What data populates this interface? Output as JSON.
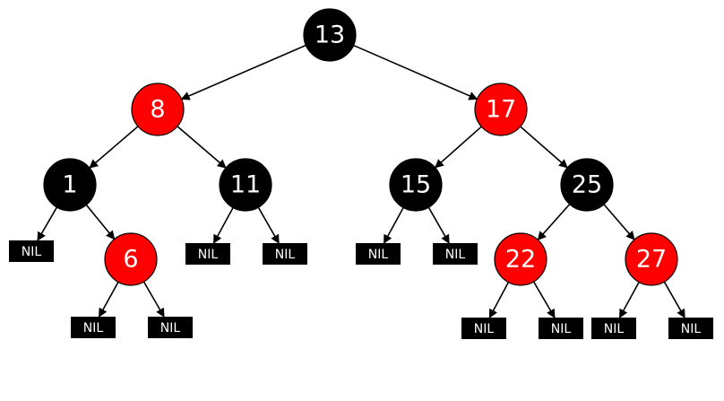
{
  "colors": {
    "red": "#ff0000",
    "black": "#000000",
    "label": "#ffffff",
    "edge": "#000000"
  },
  "nil_label": "NIL",
  "nodes": [
    {
      "id": "n13",
      "label": "13",
      "color": "black"
    },
    {
      "id": "n8",
      "label": "8",
      "color": "red"
    },
    {
      "id": "n17",
      "label": "17",
      "color": "red"
    },
    {
      "id": "n1",
      "label": "1",
      "color": "black"
    },
    {
      "id": "n11",
      "label": "11",
      "color": "black"
    },
    {
      "id": "n15",
      "label": "15",
      "color": "black"
    },
    {
      "id": "n25",
      "label": "25",
      "color": "black"
    },
    {
      "id": "n6",
      "label": "6",
      "color": "red"
    },
    {
      "id": "n22",
      "label": "22",
      "color": "red"
    },
    {
      "id": "n27",
      "label": "27",
      "color": "red"
    }
  ],
  "nils": [
    {
      "id": "nil1L"
    },
    {
      "id": "nil6L"
    },
    {
      "id": "nil6R"
    },
    {
      "id": "nil11L"
    },
    {
      "id": "nil11R"
    },
    {
      "id": "nil15L"
    },
    {
      "id": "nil15R"
    },
    {
      "id": "nil22L"
    },
    {
      "id": "nil22R"
    },
    {
      "id": "nil27L"
    },
    {
      "id": "nil27R"
    }
  ],
  "edges": [
    [
      "n13",
      "n8"
    ],
    [
      "n13",
      "n17"
    ],
    [
      "n8",
      "n1"
    ],
    [
      "n8",
      "n11"
    ],
    [
      "n17",
      "n15"
    ],
    [
      "n17",
      "n25"
    ],
    [
      "n1",
      "nil1L"
    ],
    [
      "n1",
      "n6"
    ],
    [
      "n6",
      "nil6L"
    ],
    [
      "n6",
      "nil6R"
    ],
    [
      "n11",
      "nil11L"
    ],
    [
      "n11",
      "nil11R"
    ],
    [
      "n15",
      "nil15L"
    ],
    [
      "n15",
      "nil15R"
    ],
    [
      "n25",
      "n22"
    ],
    [
      "n25",
      "n27"
    ],
    [
      "n22",
      "nil22L"
    ],
    [
      "n22",
      "nil22R"
    ],
    [
      "n27",
      "nil27L"
    ],
    [
      "n27",
      "nil27R"
    ]
  ]
}
